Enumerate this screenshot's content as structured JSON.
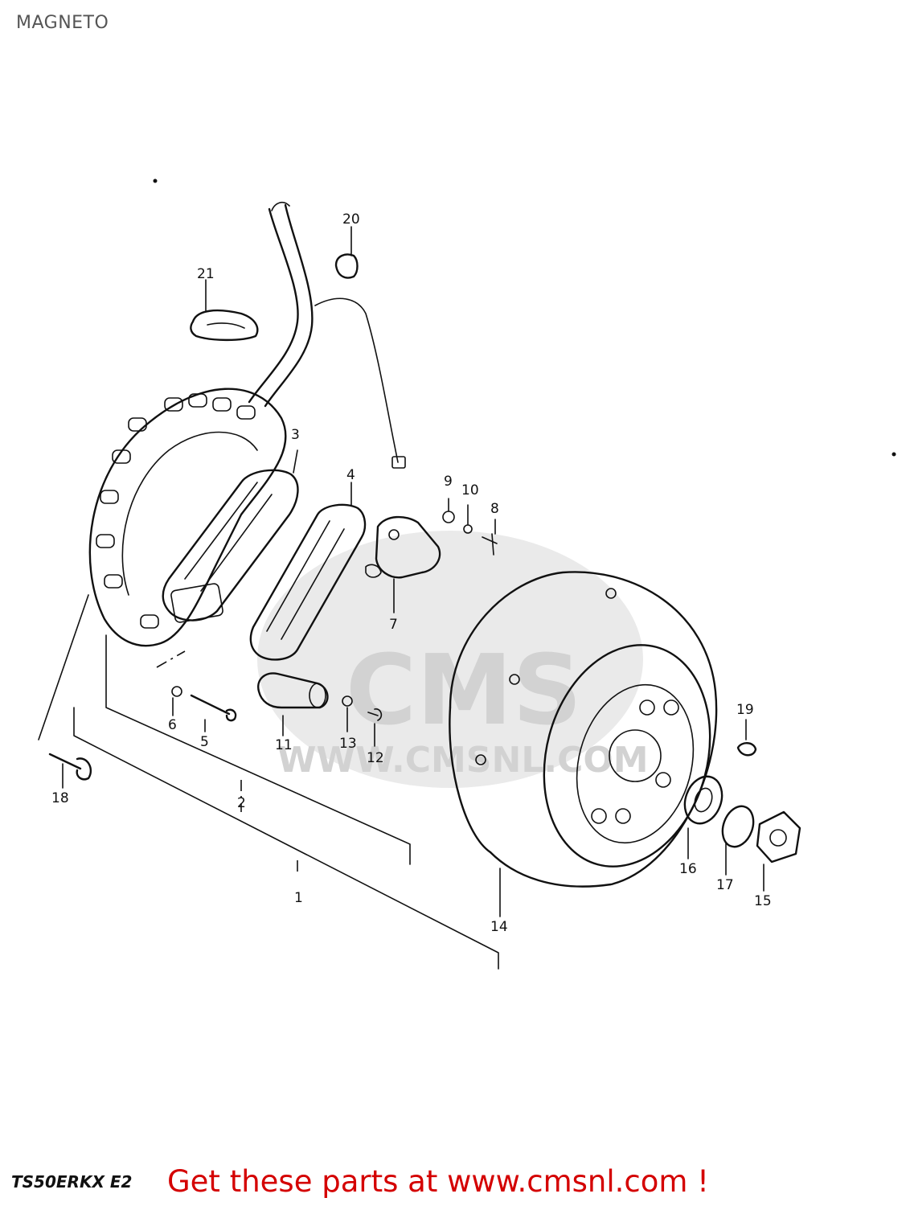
{
  "page": {
    "title": "MAGNETO",
    "model_code": "TS50ERKX E2",
    "cta_text": "Get these parts at www.cmsnl.com !"
  },
  "watermark": {
    "brand": "CMS",
    "url": "WWW.CMSNL.COM"
  },
  "callouts": [
    {
      "id": "1",
      "label": "1"
    },
    {
      "id": "2",
      "label": "2"
    },
    {
      "id": "3",
      "label": "3"
    },
    {
      "id": "4",
      "label": "4"
    },
    {
      "id": "5",
      "label": "5"
    },
    {
      "id": "6",
      "label": "6"
    },
    {
      "id": "7",
      "label": "7"
    },
    {
      "id": "8",
      "label": "8"
    },
    {
      "id": "9",
      "label": "9"
    },
    {
      "id": "10",
      "label": "10"
    },
    {
      "id": "11",
      "label": "11"
    },
    {
      "id": "12",
      "label": "12"
    },
    {
      "id": "13",
      "label": "13"
    },
    {
      "id": "14",
      "label": "14"
    },
    {
      "id": "15",
      "label": "15"
    },
    {
      "id": "16",
      "label": "16"
    },
    {
      "id": "17",
      "label": "17"
    },
    {
      "id": "18",
      "label": "18"
    },
    {
      "id": "19",
      "label": "19"
    },
    {
      "id": "20",
      "label": "20"
    },
    {
      "id": "21",
      "label": "21"
    }
  ],
  "colors": {
    "cta": "#d40000",
    "ink": "#111111",
    "watermark": "#d9d9d9"
  }
}
